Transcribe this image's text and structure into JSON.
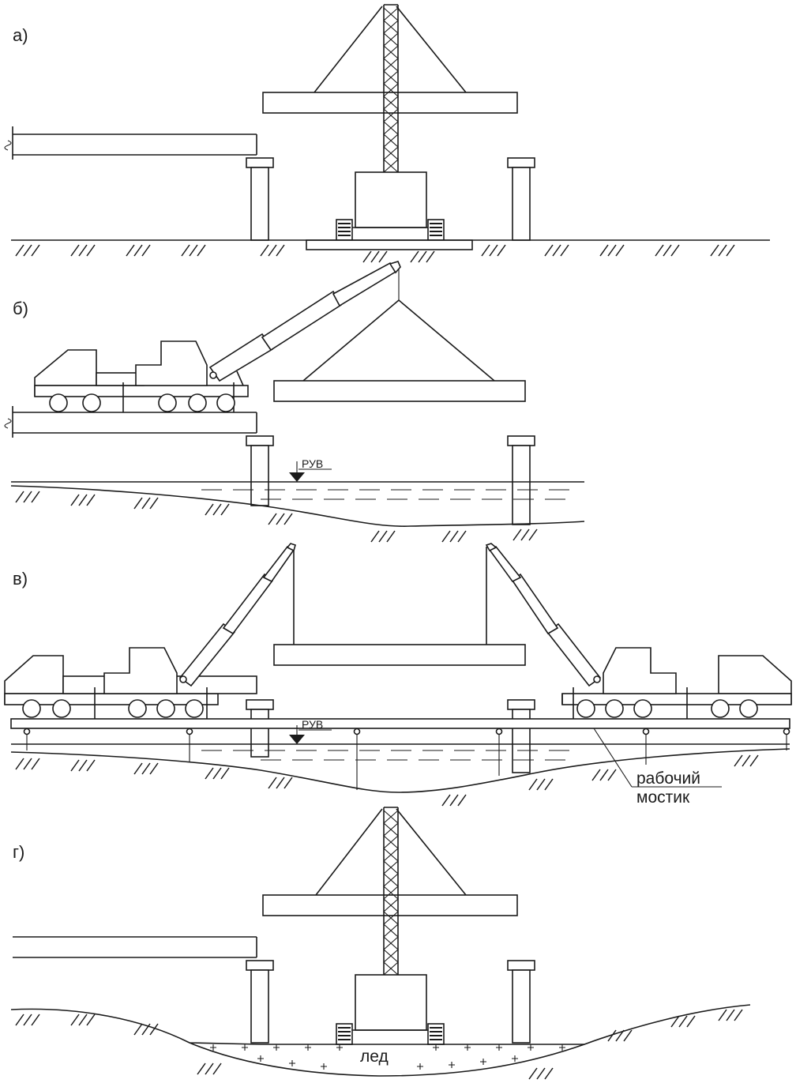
{
  "panels": [
    {
      "label": "а)"
    },
    {
      "label": "б)"
    },
    {
      "label": "в)"
    },
    {
      "label": "г)"
    }
  ],
  "annotations": {
    "water_level": "РУВ",
    "working_bridge_line1": "рабочий",
    "working_bridge_line2": "мостик",
    "ice": "лед"
  }
}
